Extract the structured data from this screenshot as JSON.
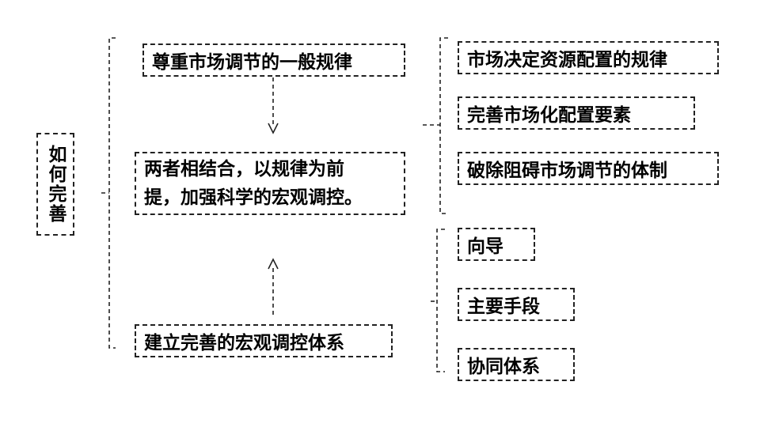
{
  "root": "如何完善",
  "left": {
    "top": "尊重市场调节的一般规律",
    "middle": "两者相结合，以规律为前\n提，加强科学的宏观调控。",
    "bottom": "建立完善的宏观调控体系"
  },
  "right_top": {
    "items": [
      "市场决定资源配置的规律",
      "完善市场化配置要素",
      "破除阻碍市场调节的体制"
    ]
  },
  "right_bottom": {
    "items": [
      "向导",
      "主要手段",
      "协同体系"
    ]
  }
}
